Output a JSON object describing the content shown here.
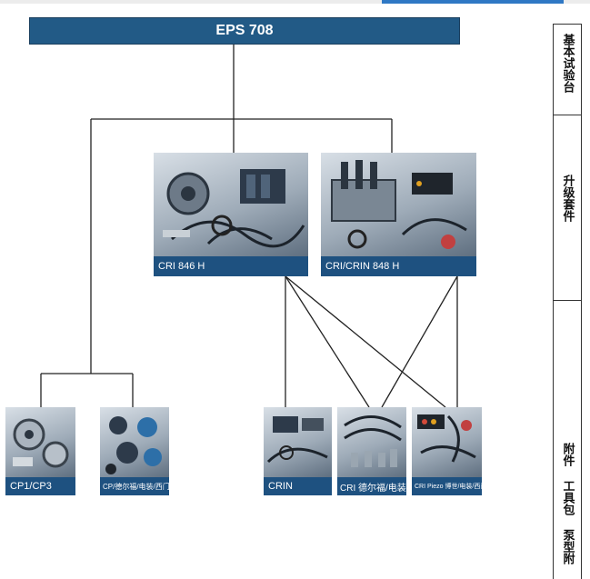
{
  "diagram": {
    "title": "EPS 708",
    "upgrade_kits": [
      {
        "label": "CRI 846 H"
      },
      {
        "label": "CRI/CRIN 848 H"
      }
    ],
    "accessories": [
      {
        "label": "CP1/CP3"
      },
      {
        "label": "CP/德尔福/电装/西门子"
      },
      {
        "label": "CRIN"
      },
      {
        "label": "CRI 德尔福/电装"
      },
      {
        "label": "CRI Piezo 博世/电装/西门子"
      }
    ]
  },
  "sidebar": {
    "sections": [
      {
        "label": "基本试验台"
      },
      {
        "label": "升级套件"
      },
      {
        "label": "附件 工具包 泵型附"
      }
    ]
  },
  "colors": {
    "header_bg": "#225a86",
    "caption_bg": "#1e5180",
    "line": "#222222"
  }
}
